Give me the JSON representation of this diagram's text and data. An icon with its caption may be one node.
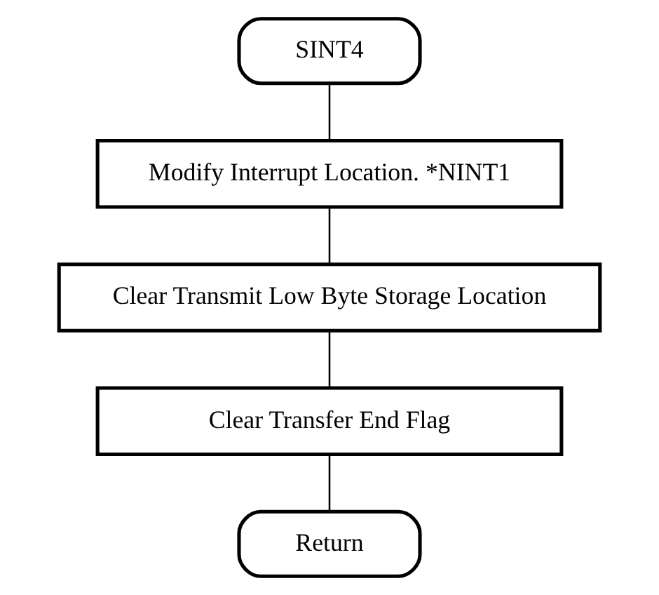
{
  "diagram": {
    "nodes": [
      {
        "text": [
          "SINT4"
        ]
      },
      {
        "text": [
          "Modify Interrupt Location. *NINT1"
        ]
      },
      {
        "text": [
          "Clear Transmit Low Byte Storage Location"
        ]
      },
      {
        "text": [
          "Clear Transfer End Flag"
        ]
      },
      {
        "text": [
          "Return"
        ]
      }
    ],
    "edges": [
      {
        "from": 0,
        "to": 1,
        "arrow": "none"
      },
      {
        "from": 1,
        "to": 2,
        "arrow": "none"
      },
      {
        "from": 2,
        "to": 3,
        "arrow": "none"
      },
      {
        "from": 3,
        "to": 4,
        "arrow": "none"
      }
    ]
  }
}
